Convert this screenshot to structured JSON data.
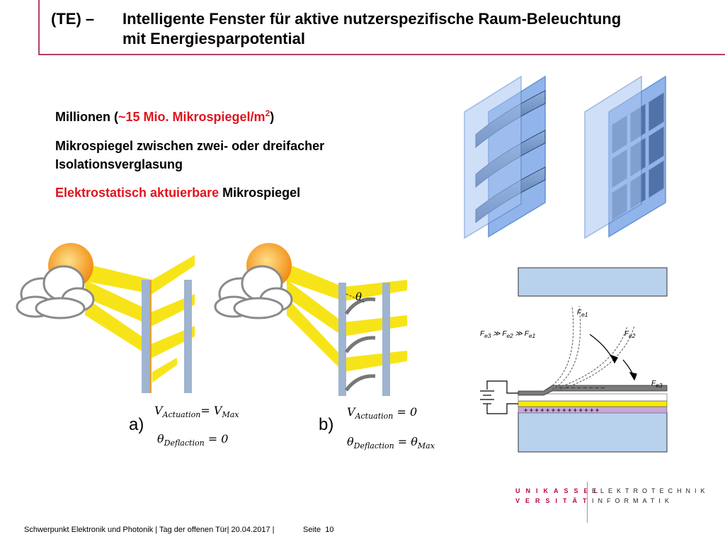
{
  "title": {
    "prefix": "(TE) –",
    "line1": "Intelligente Fenster für aktive nutzerspezifische Raum-Beleuchtung",
    "line2": "mit Energiesparpotential"
  },
  "bullets": {
    "b1_text": "Millionen (",
    "b1_red": "~15 Mio. Mikrospiegel/m",
    "b1_sup": "2",
    "b1_close": ")",
    "b2_line1": "Mikrospiegel zwischen zwei- oder dreifacher",
    "b2_line2": "Isolationsverglasung",
    "b3_red": "Elektrostatisch aktuierbare",
    "b3_rest": " Mikrospiegel"
  },
  "panel_a": {
    "label": "a)",
    "v_symbol": "V",
    "v_sub": "Actuation",
    "v_eq": "=",
    "v_val": "V",
    "v_val_sub": "Max",
    "t_symbol": "θ",
    "t_sub": "Deflaction",
    "t_eq": "= 0"
  },
  "panel_b": {
    "label": "b)",
    "v_symbol": "V",
    "v_sub": "Actuation",
    "v_eq": "= 0",
    "t_symbol": "θ",
    "t_sub": "Deflaction",
    "t_eq": "= θ",
    "t_val_sub": "Max",
    "angle_label": "θ"
  },
  "actuator": {
    "fe1": "F",
    "fe1_sub": "e1",
    "fe2": "F",
    "fe2_sub": "e2",
    "fe3": "F",
    "fe3_sub": "e3",
    "relation": "F",
    "relation_parts": [
      "e3",
      " ≫ F",
      "e2",
      " ≫ F",
      "e1"
    ],
    "minus_signs": "– – – – – – – –",
    "plus_signs": "+ + + + + + + + + + + + + +"
  },
  "logo": {
    "row1_left": "UNIKASSEL",
    "row2_left": "VERSITÄT",
    "row1_right": "ELEKTROTECHNIK",
    "row2_right": "INFORMATIK"
  },
  "footer": {
    "text": "Schwerpunkt Elektronik und Photonik | Tag der offenen Tür| 20.04.2017 |",
    "page_label": "Seite",
    "page_number": "10"
  },
  "colors": {
    "accent": "#b0406a",
    "red_text": "#e0141e",
    "glass": "#6f9ee0",
    "sun_ray": "#f7e200"
  }
}
